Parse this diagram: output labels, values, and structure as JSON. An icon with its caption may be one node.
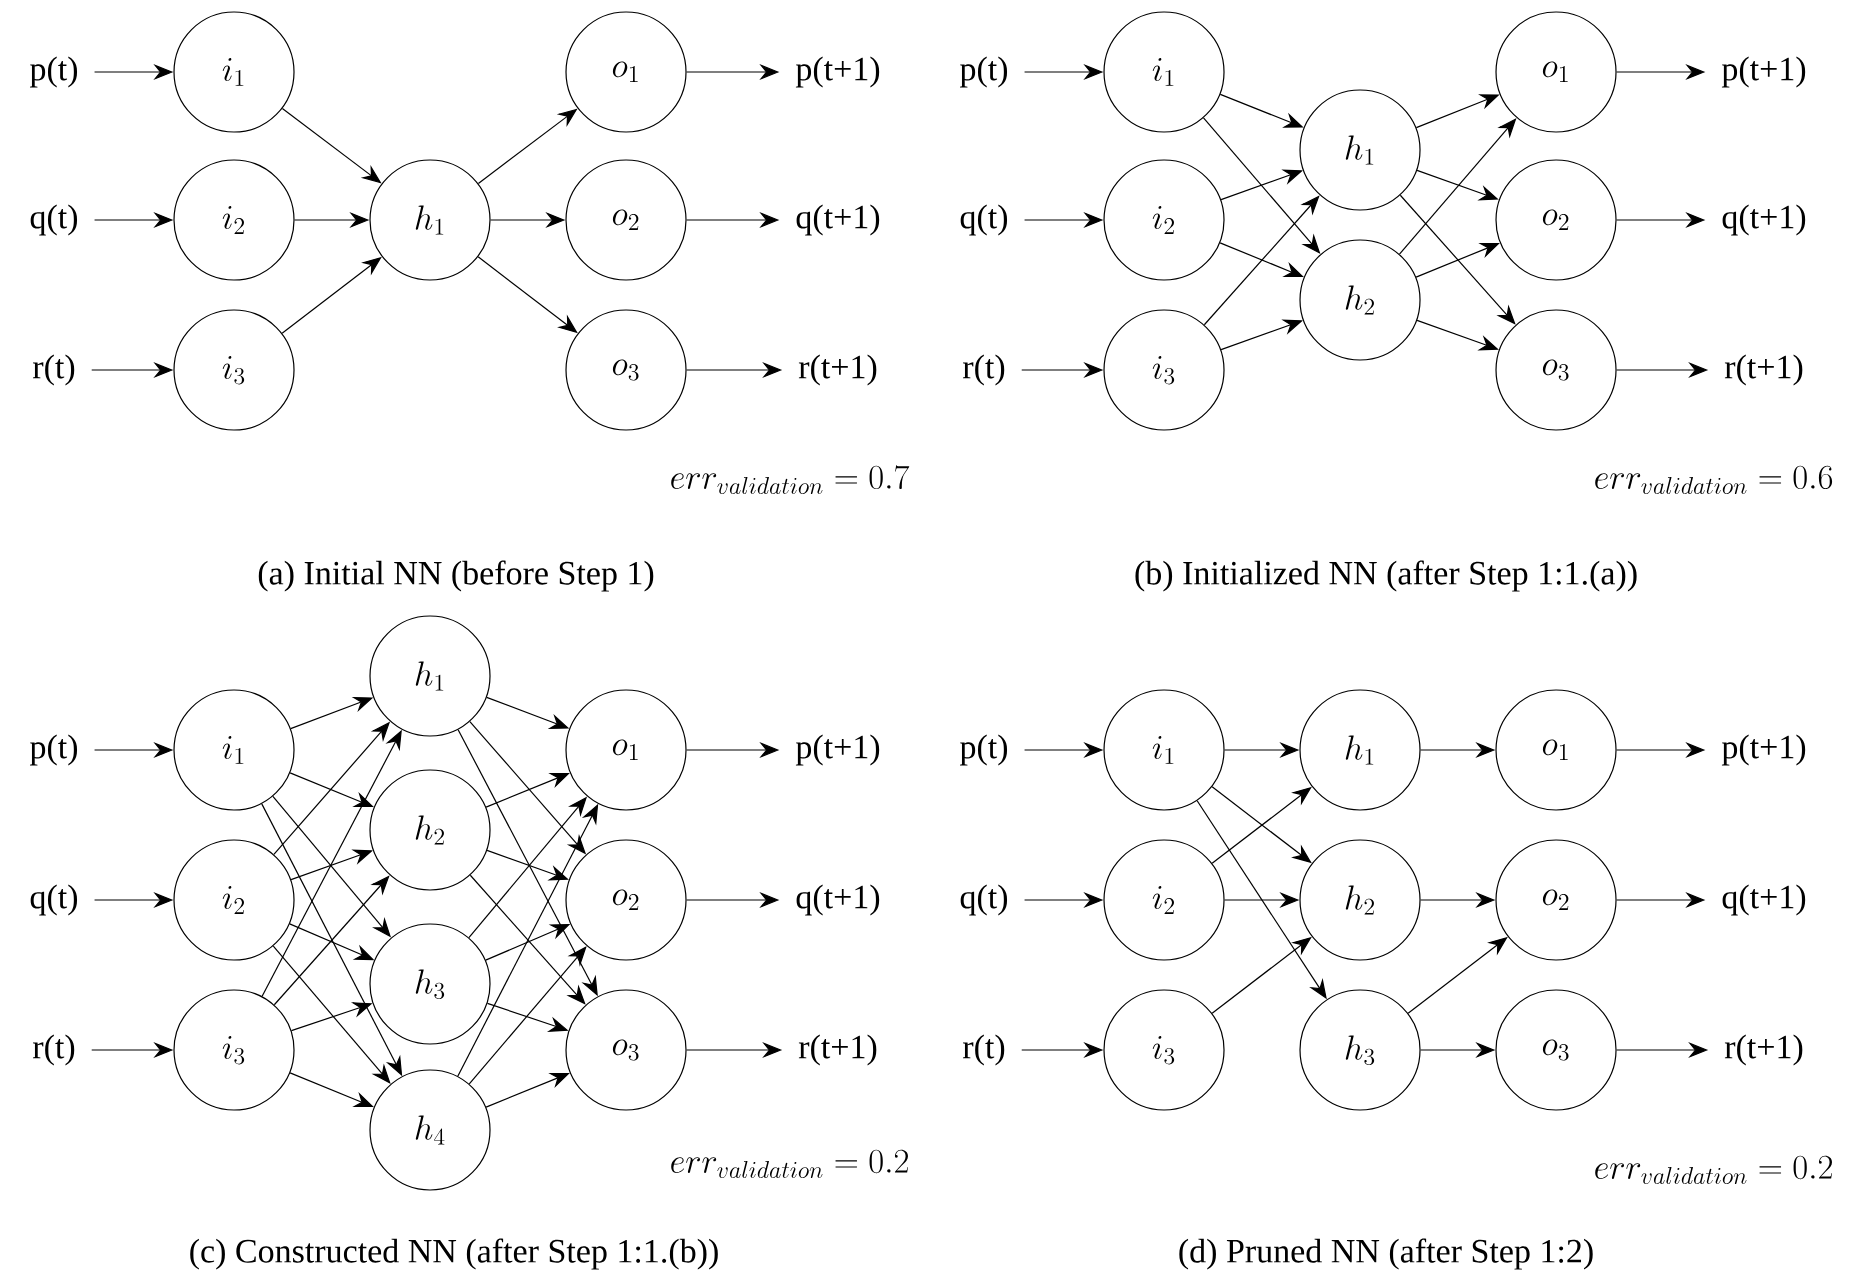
{
  "diagram": {
    "nodes": [
      {
        "text": [
          "p(t)"
        ]
      },
      {
        "text": [
          "q(t)"
        ]
      },
      {
        "text": [
          "r(t)"
        ]
      },
      {
        "text": [
          "i_1"
        ]
      },
      {
        "text": [
          "i_2"
        ]
      },
      {
        "text": [
          "i_3"
        ]
      },
      {
        "text": [
          "h_1"
        ]
      },
      {
        "text": [
          "o_1"
        ]
      },
      {
        "text": [
          "o_2"
        ]
      },
      {
        "text": [
          "o_3"
        ]
      },
      {
        "text": [
          "p(t+1)"
        ]
      },
      {
        "text": [
          "q(t+1)"
        ]
      },
      {
        "text": [
          "r(t+1)"
        ]
      },
      {
        "text": [
          "p(t)"
        ]
      },
      {
        "text": [
          "q(t)"
        ]
      },
      {
        "text": [
          "r(t)"
        ]
      },
      {
        "text": [
          "i_1"
        ]
      },
      {
        "text": [
          "i_2"
        ]
      },
      {
        "text": [
          "i_3"
        ]
      },
      {
        "text": [
          "h_1"
        ]
      },
      {
        "text": [
          "h_2"
        ]
      },
      {
        "text": [
          "o_1"
        ]
      },
      {
        "text": [
          "o_2"
        ]
      },
      {
        "text": [
          "o_3"
        ]
      },
      {
        "text": [
          "p(t+1)"
        ]
      },
      {
        "text": [
          "q(t+1)"
        ]
      },
      {
        "text": [
          "r(t+1)"
        ]
      },
      {
        "text": [
          "p(t)"
        ]
      },
      {
        "text": [
          "q(t)"
        ]
      },
      {
        "text": [
          "r(t)"
        ]
      },
      {
        "text": [
          "i_1"
        ]
      },
      {
        "text": [
          "i_2"
        ]
      },
      {
        "text": [
          "i_3"
        ]
      },
      {
        "text": [
          "h_1"
        ]
      },
      {
        "text": [
          "h_2"
        ]
      },
      {
        "text": [
          "h_3"
        ]
      },
      {
        "text": [
          "h_4"
        ]
      },
      {
        "text": [
          "o_1"
        ]
      },
      {
        "text": [
          "o_2"
        ]
      },
      {
        "text": [
          "o_3"
        ]
      },
      {
        "text": [
          "p(t+1)"
        ]
      },
      {
        "text": [
          "q(t+1)"
        ]
      },
      {
        "text": [
          "r(t+1)"
        ]
      },
      {
        "text": [
          "p(t)"
        ]
      },
      {
        "text": [
          "q(t)"
        ]
      },
      {
        "text": [
          "r(t)"
        ]
      },
      {
        "text": [
          "i_1"
        ]
      },
      {
        "text": [
          "i_2"
        ]
      },
      {
        "text": [
          "i_3"
        ]
      },
      {
        "text": [
          "h_1"
        ]
      },
      {
        "text": [
          "h_2"
        ]
      },
      {
        "text": [
          "h_3"
        ]
      },
      {
        "text": [
          "o_1"
        ]
      },
      {
        "text": [
          "o_2"
        ]
      },
      {
        "text": [
          "o_3"
        ]
      },
      {
        "text": [
          "p(t+1)"
        ]
      },
      {
        "text": [
          "q(t+1)"
        ]
      },
      {
        "text": [
          "r(t+1)"
        ]
      }
    ],
    "edges": [
      {
        "from": 0,
        "to": 3,
        "arrow": "to"
      },
      {
        "from": 1,
        "to": 4,
        "arrow": "to"
      },
      {
        "from": 2,
        "to": 5,
        "arrow": "to"
      },
      {
        "from": 3,
        "to": 6,
        "arrow": "to"
      },
      {
        "from": 4,
        "to": 6,
        "arrow": "to"
      },
      {
        "from": 5,
        "to": 6,
        "arrow": "to"
      },
      {
        "from": 6,
        "to": 7,
        "arrow": "to"
      },
      {
        "from": 6,
        "to": 8,
        "arrow": "to"
      },
      {
        "from": 6,
        "to": 9,
        "arrow": "to"
      },
      {
        "from": 7,
        "to": 10,
        "arrow": "to"
      },
      {
        "from": 8,
        "to": 11,
        "arrow": "to"
      },
      {
        "from": 9,
        "to": 12,
        "arrow": "to"
      },
      {
        "from": 13,
        "to": 16,
        "arrow": "to"
      },
      {
        "from": 14,
        "to": 17,
        "arrow": "to"
      },
      {
        "from": 15,
        "to": 18,
        "arrow": "to"
      },
      {
        "from": 16,
        "to": 19,
        "arrow": "to"
      },
      {
        "from": 16,
        "to": 20,
        "arrow": "to"
      },
      {
        "from": 17,
        "to": 19,
        "arrow": "to"
      },
      {
        "from": 17,
        "to": 20,
        "arrow": "to"
      },
      {
        "from": 18,
        "to": 19,
        "arrow": "to"
      },
      {
        "from": 18,
        "to": 20,
        "arrow": "to"
      },
      {
        "from": 19,
        "to": 21,
        "arrow": "to"
      },
      {
        "from": 19,
        "to": 22,
        "arrow": "to"
      },
      {
        "from": 19,
        "to": 23,
        "arrow": "to"
      },
      {
        "from": 20,
        "to": 21,
        "arrow": "to"
      },
      {
        "from": 20,
        "to": 22,
        "arrow": "to"
      },
      {
        "from": 20,
        "to": 23,
        "arrow": "to"
      },
      {
        "from": 21,
        "to": 24,
        "arrow": "to"
      },
      {
        "from": 22,
        "to": 25,
        "arrow": "to"
      },
      {
        "from": 23,
        "to": 26,
        "arrow": "to"
      },
      {
        "from": 27,
        "to": 30,
        "arrow": "to"
      },
      {
        "from": 28,
        "to": 31,
        "arrow": "to"
      },
      {
        "from": 29,
        "to": 32,
        "arrow": "to"
      },
      {
        "from": 30,
        "to": 33,
        "arrow": "to"
      },
      {
        "from": 30,
        "to": 34,
        "arrow": "to"
      },
      {
        "from": 30,
        "to": 35,
        "arrow": "to"
      },
      {
        "from": 30,
        "to": 36,
        "arrow": "to"
      },
      {
        "from": 31,
        "to": 33,
        "arrow": "to"
      },
      {
        "from": 31,
        "to": 34,
        "arrow": "to"
      },
      {
        "from": 31,
        "to": 35,
        "arrow": "to"
      },
      {
        "from": 31,
        "to": 36,
        "arrow": "to"
      },
      {
        "from": 32,
        "to": 33,
        "arrow": "to"
      },
      {
        "from": 32,
        "to": 34,
        "arrow": "to"
      },
      {
        "from": 32,
        "to": 35,
        "arrow": "to"
      },
      {
        "from": 32,
        "to": 36,
        "arrow": "to"
      },
      {
        "from": 33,
        "to": 37,
        "arrow": "to"
      },
      {
        "from": 33,
        "to": 38,
        "arrow": "to"
      },
      {
        "from": 33,
        "to": 39,
        "arrow": "to"
      },
      {
        "from": 34,
        "to": 37,
        "arrow": "to"
      },
      {
        "from": 34,
        "to": 38,
        "arrow": "to"
      },
      {
        "from": 34,
        "to": 39,
        "arrow": "to"
      },
      {
        "from": 35,
        "to": 37,
        "arrow": "to"
      },
      {
        "from": 35,
        "to": 38,
        "arrow": "to"
      },
      {
        "from": 35,
        "to": 39,
        "arrow": "to"
      },
      {
        "from": 36,
        "to": 37,
        "arrow": "to"
      },
      {
        "from": 36,
        "to": 38,
        "arrow": "to"
      },
      {
        "from": 36,
        "to": 39,
        "arrow": "to"
      },
      {
        "from": 37,
        "to": 40,
        "arrow": "to"
      },
      {
        "from": 38,
        "to": 41,
        "arrow": "to"
      },
      {
        "from": 39,
        "to": 42,
        "arrow": "to"
      },
      {
        "from": 43,
        "to": 46,
        "arrow": "to"
      },
      {
        "from": 44,
        "to": 47,
        "arrow": "to"
      },
      {
        "from": 45,
        "to": 48,
        "arrow": "to"
      },
      {
        "from": 46,
        "to": 49,
        "arrow": "to"
      },
      {
        "from": 46,
        "to": 50,
        "arrow": "to"
      },
      {
        "from": 46,
        "to": 51,
        "arrow": "to"
      },
      {
        "from": 47,
        "to": 49,
        "arrow": "to"
      },
      {
        "from": 47,
        "to": 50,
        "arrow": "to"
      },
      {
        "from": 48,
        "to": 50,
        "arrow": "to"
      },
      {
        "from": 49,
        "to": 52,
        "arrow": "to"
      },
      {
        "from": 50,
        "to": 53,
        "arrow": "to"
      },
      {
        "from": 51,
        "to": 53,
        "arrow": "to"
      },
      {
        "from": 51,
        "to": 54,
        "arrow": "to"
      },
      {
        "from": 52,
        "to": 55,
        "arrow": "to"
      },
      {
        "from": 53,
        "to": 56,
        "arrow": "to"
      },
      {
        "from": 54,
        "to": 57,
        "arrow": "to"
      }
    ],
    "labels": [
      "err_{validation} = 0.7",
      "err_{validation} = 0.6",
      "(a) Initial NN (before Step 1)",
      "(b) Initialized NN (after Step 1:1.(a))",
      "err_{validation} = 0.2",
      "err_{validation} = 0.2",
      "(c) Constructed NN (after Step 1:1.(b))",
      "(d) Pruned NN (after Step 1:2)"
    ]
  }
}
